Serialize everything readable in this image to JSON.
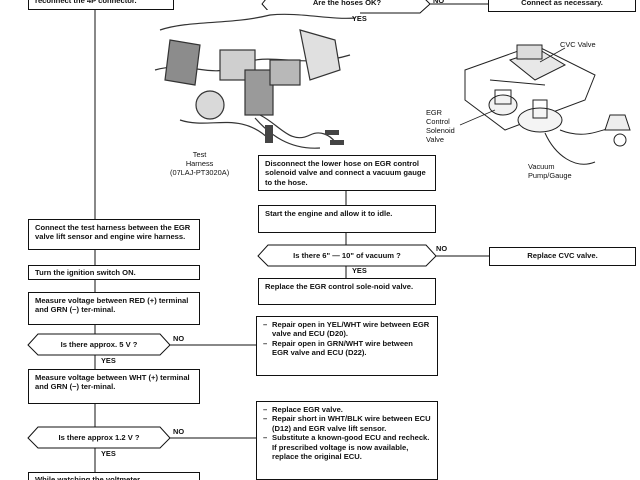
{
  "top": {
    "left_box": "reconnect the 4P connector.",
    "center_decision": "Are the hoses OK?",
    "center_no": "NO",
    "center_yes": "YES",
    "right_box": "Connect as necessary."
  },
  "illustration": {
    "test_harness": "Test\nHarness\n(07LAJ-PT3020A)",
    "cvc_valve": "CVC Valve",
    "egr_solenoid": "EGR\nControl\nSolenoid\nValve",
    "vacuum_gauge": "Vacuum\nPump/Gauge"
  },
  "center": {
    "disconnect": "Disconnect the lower hose on EGR control solenoid valve and connect a vacuum gauge to the hose.",
    "start_engine": "Start the engine and allow it to idle.",
    "vacuum_decision": "Is there 6\" — 10\" of vacuum ?",
    "vacuum_no": "NO",
    "vacuum_yes": "YES",
    "replace_cvc": "Replace CVC valve.",
    "replace_egr_solenoid": "Replace the EGR control sole-noid valve.",
    "repair1_items": [
      "Repair open in YEL/WHT wire between EGR valve and ECU (D20).",
      "Repair open in GRN/WHT wire between EGR valve and ECU (D22)."
    ],
    "repair2_items": [
      "Replace EGR valve.",
      "Repair short in WHT/BLK wire between ECU (D12) and EGR valve lift sensor.",
      "Substitute a known-good ECU and recheck. If prescribed voltage is now available, replace the original ECU."
    ]
  },
  "left": {
    "connect_harness": "Connect the test harness between the EGR valve lift sensor and engine wire harness.",
    "ignition_on": "Turn the ignition switch ON.",
    "measure_red": "Measure voltage between RED (+) terminal and GRN (−) ter-minal.",
    "decision_5v": "Is there approx. 5 V ?",
    "no_5v": "NO",
    "yes_5v": "YES",
    "measure_wht": "Measure voltage between WHT (+) terminal and GRN (−) ter-minal.",
    "decision_12v": "Is there approx 1.2 V ?",
    "no_12v": "NO",
    "yes_12v": "YES",
    "watching": "While watching the voltmeter"
  }
}
